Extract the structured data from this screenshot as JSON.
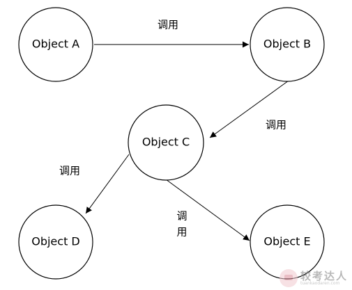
{
  "diagram": {
    "nodes": [
      {
        "id": "a",
        "label": "Object A"
      },
      {
        "id": "b",
        "label": "Object B"
      },
      {
        "id": "c",
        "label": "Object C"
      },
      {
        "id": "d",
        "label": "Object D"
      },
      {
        "id": "e",
        "label": "Object E"
      }
    ],
    "edges": [
      {
        "from": "Object A",
        "to": "Object B",
        "label": "调用"
      },
      {
        "from": "Object B",
        "to": "Object C",
        "label": "调用"
      },
      {
        "from": "Object C",
        "to": "Object D",
        "label": "调用"
      },
      {
        "from": "Object C",
        "to": "Object E",
        "label_line1": "调",
        "label_line2": "用"
      }
    ]
  },
  "watermark": {
    "title": "较考达人",
    "url": "tuankaodaren.com"
  },
  "colors": {
    "stroke": "#000000",
    "background": "#ffffff"
  }
}
